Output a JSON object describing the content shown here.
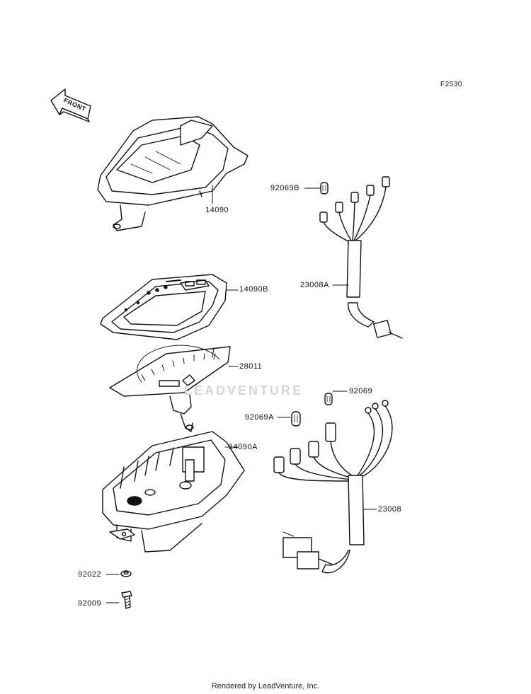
{
  "figure_code": "F2530",
  "front_label": "FRONT",
  "watermark": "LEADVENTURE",
  "footer": "Rendered by LeadVenture, Inc.",
  "parts": {
    "p14090": "14090",
    "p14090B": "14090B",
    "p28011": "28011",
    "p14090A": "14090A",
    "p92022": "92022",
    "p92009": "92009",
    "p92069B": "92069B",
    "p23008A": "23008A",
    "p92069": "92069",
    "p92069A": "92069A",
    "p23008": "23008"
  }
}
